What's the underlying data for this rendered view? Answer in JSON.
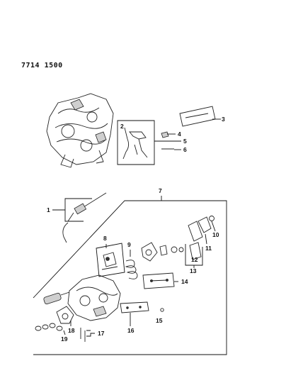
{
  "doc_id": "7714 1500",
  "callouts": {
    "c1": "1",
    "c2": "2",
    "c3": "3",
    "c4": "4",
    "c5": "5",
    "c6": "6",
    "c7": "7",
    "c8": "8",
    "c9": "9",
    "c10": "10",
    "c11": "11",
    "c12": "12",
    "c13": "13",
    "c14": "14",
    "c15": "15",
    "c16": "16",
    "c17": "17",
    "c18": "18",
    "c19": "19"
  }
}
